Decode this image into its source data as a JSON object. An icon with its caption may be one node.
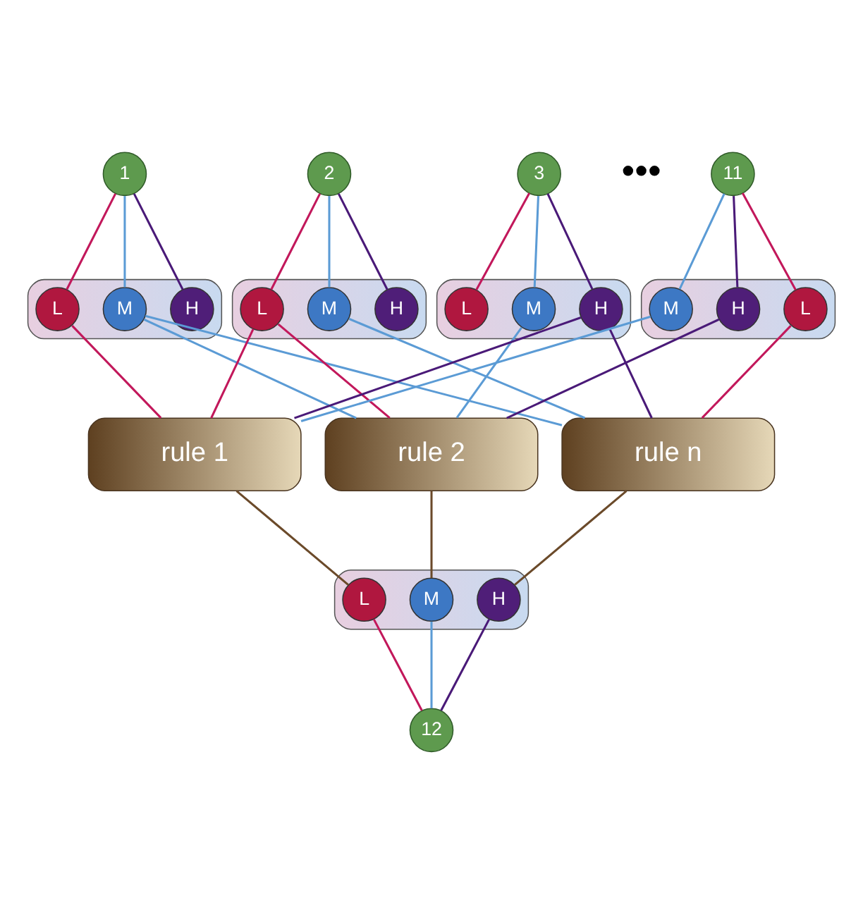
{
  "diagram": {
    "nodes": [
      {
        "text": [
          "1"
        ]
      },
      {
        "text": [
          "2"
        ]
      },
      {
        "text": [
          "3"
        ]
      },
      {
        "text": [
          "11"
        ]
      },
      {
        "text": [],
        "shape": "box"
      },
      {
        "text": [
          "L"
        ],
        "in": 4
      },
      {
        "text": [
          "M"
        ],
        "in": 4
      },
      {
        "text": [
          "H"
        ],
        "in": 4
      },
      {
        "text": [],
        "shape": "box"
      },
      {
        "text": [
          "L"
        ],
        "in": 8
      },
      {
        "text": [
          "M"
        ],
        "in": 8
      },
      {
        "text": [
          "H"
        ],
        "in": 8
      },
      {
        "text": [],
        "shape": "box"
      },
      {
        "text": [
          "L"
        ],
        "in": 12
      },
      {
        "text": [
          "M"
        ],
        "in": 12
      },
      {
        "text": [
          "H"
        ],
        "in": 12
      },
      {
        "text": [],
        "shape": "box"
      },
      {
        "text": [
          "L"
        ],
        "in": 16
      },
      {
        "text": [
          "M"
        ],
        "in": 16
      },
      {
        "text": [
          "H"
        ],
        "in": 16
      },
      {
        "text": [
          "rule 1"
        ]
      },
      {
        "text": [
          "rule 2"
        ]
      },
      {
        "text": [
          "rule n"
        ]
      },
      {
        "text": [],
        "shape": "box"
      },
      {
        "text": [
          "L"
        ],
        "in": 23
      },
      {
        "text": [
          "M"
        ],
        "in": 23
      },
      {
        "text": [
          "H"
        ],
        "in": 23
      },
      {
        "text": [
          "12"
        ]
      }
    ],
    "edges": [
      {
        "from": 0,
        "to": 5,
        "arrow": "none",
        "color": "#c2185b"
      },
      {
        "from": 0,
        "to": 6,
        "arrow": "none",
        "color": "#5b9bd5"
      },
      {
        "from": 0,
        "to": 7,
        "arrow": "none",
        "color": "#4a1a78"
      },
      {
        "from": 1,
        "to": 9,
        "arrow": "none",
        "color": "#c2185b"
      },
      {
        "from": 1,
        "to": 10,
        "arrow": "none",
        "color": "#5b9bd5"
      },
      {
        "from": 1,
        "to": 11,
        "arrow": "none",
        "color": "#4a1a78"
      },
      {
        "from": 2,
        "to": 13,
        "arrow": "none",
        "color": "#c2185b"
      },
      {
        "from": 2,
        "to": 14,
        "arrow": "none",
        "color": "#5b9bd5"
      },
      {
        "from": 2,
        "to": 15,
        "arrow": "none",
        "color": "#4a1a78"
      },
      {
        "from": 3,
        "to": 17,
        "arrow": "none",
        "color": "#c2185b"
      },
      {
        "from": 3,
        "to": 18,
        "arrow": "none",
        "color": "#5b9bd5"
      },
      {
        "from": 3,
        "to": 19,
        "arrow": "none",
        "color": "#4a1a78"
      },
      {
        "from": 5,
        "to": 20,
        "arrow": "none",
        "color": "#c2185b"
      },
      {
        "from": 6,
        "to": 21,
        "arrow": "none",
        "color": "#5b9bd5"
      },
      {
        "from": 6,
        "to": 22,
        "arrow": "none",
        "color": "#5b9bd5"
      },
      {
        "from": 9,
        "to": 20,
        "arrow": "none",
        "color": "#c2185b"
      },
      {
        "from": 9,
        "to": 21,
        "arrow": "none",
        "color": "#c2185b"
      },
      {
        "from": 10,
        "to": 22,
        "arrow": "none",
        "color": "#5b9bd5"
      },
      {
        "from": 14,
        "to": 21,
        "arrow": "none",
        "color": "#5b9bd5"
      },
      {
        "from": 15,
        "to": 20,
        "arrow": "none",
        "color": "#4a1a78"
      },
      {
        "from": 15,
        "to": 22,
        "arrow": "none",
        "color": "#4a1a78"
      },
      {
        "from": 17,
        "to": 22,
        "arrow": "none",
        "color": "#c2185b"
      },
      {
        "from": 18,
        "to": 20,
        "arrow": "none",
        "color": "#5b9bd5"
      },
      {
        "from": 19,
        "to": 21,
        "arrow": "none",
        "color": "#4a1a78"
      },
      {
        "from": 20,
        "to": 24,
        "arrow": "none",
        "color": "#6b4a2a"
      },
      {
        "from": 21,
        "to": 25,
        "arrow": "none",
        "color": "#6b4a2a"
      },
      {
        "from": 22,
        "to": 26,
        "arrow": "none",
        "color": "#6b4a2a"
      },
      {
        "from": 24,
        "to": 27,
        "arrow": "none",
        "color": "#c2185b"
      },
      {
        "from": 25,
        "to": 27,
        "arrow": "none",
        "color": "#5b9bd5"
      },
      {
        "from": 26,
        "to": 27,
        "arrow": "none",
        "color": "#4a1a78"
      }
    ],
    "labels": [
      "•••"
    ]
  }
}
